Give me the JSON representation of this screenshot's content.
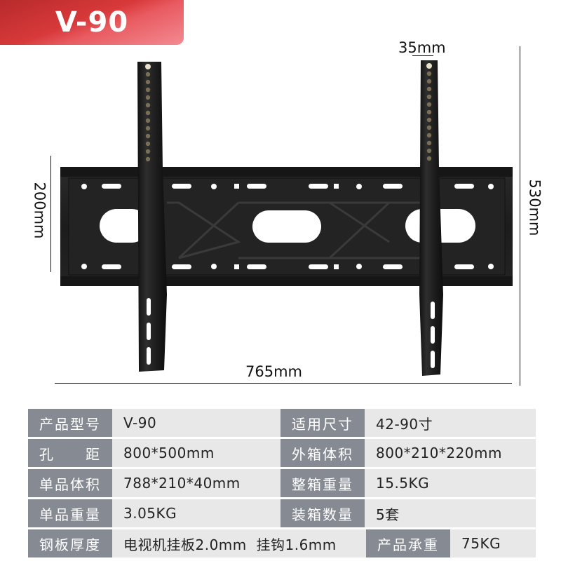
{
  "badge": {
    "model": "V-90",
    "color_start": "#b82a2c",
    "color_end": "#f48a92"
  },
  "dimensions": {
    "top": "35mm",
    "left": "200mm",
    "right": "530mm",
    "bottom": "765mm"
  },
  "specs": {
    "rows": [
      {
        "left_label": "产品型号",
        "left_value": "V-90",
        "right_label": "适用尺寸",
        "right_value": "42-90寸"
      },
      {
        "left_label_a": "孔",
        "left_label_b": "距",
        "left_value": "800*500mm",
        "right_label": "外箱体积",
        "right_value": "800*210*220mm"
      },
      {
        "left_label": "单品体积",
        "left_value": "788*210*40mm",
        "right_label": "整箱重量",
        "right_value": "15.5KG"
      },
      {
        "left_label": "单品重量",
        "left_value": "3.05KG",
        "right_label": "装箱数量",
        "right_value": "5套"
      },
      {
        "left_label": "钢板厚度",
        "left_value": "电视机挂板2.0mm  挂钩1.6mm",
        "right_label": "产品承重",
        "right_value": "75KG"
      }
    ],
    "label_bg": "#868a93",
    "value_bg": "#e8e8e8"
  }
}
